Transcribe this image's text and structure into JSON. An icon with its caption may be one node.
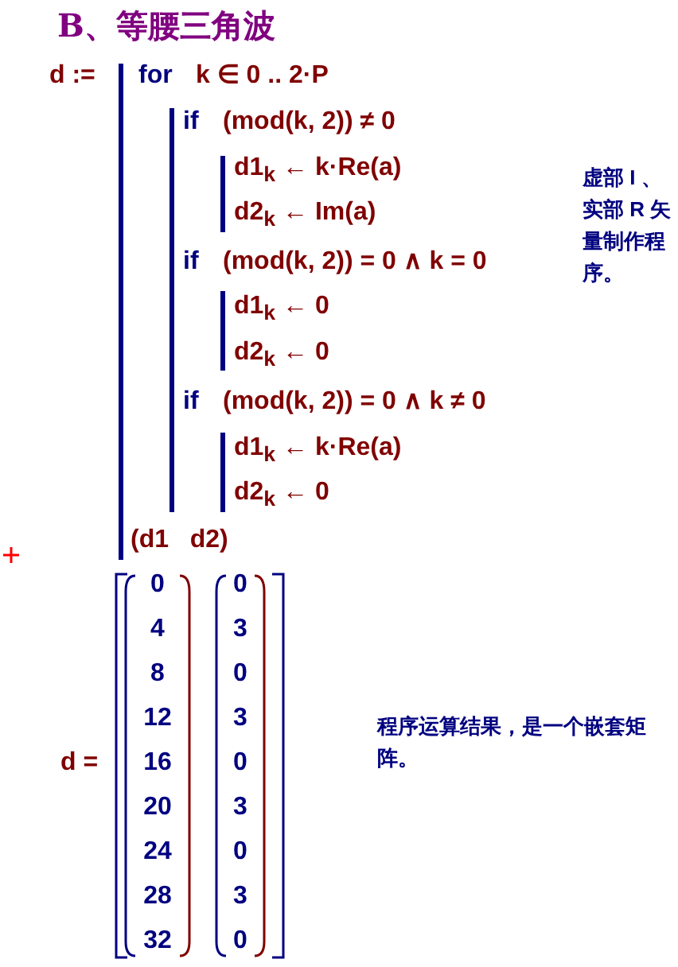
{
  "diagram": {
    "title": "B、等腰三角波",
    "labels": [
      "d :=",
      "for",
      "k ∈ 0 .. 2·P",
      "if",
      "(mod(k, 2)) ≠ 0",
      "d1$_{k}$ ← k·Re(a)",
      "d2$_{k}$ ← Im(a)",
      "虚部 I 、实部 R 矢量制作程序。",
      "if",
      "(mod(k, 2)) = 0 ∧ k = 0",
      "d1$_{k}$ ← 0",
      "d2$_{k}$ ← 0",
      "if",
      "(mod(k, 2)) = 0 ∧ k ≠ 0",
      "d1$_{k}$ ← k·Re(a)",
      "d2$_{k}$ ← 0",
      "(d1   d2)",
      "d =",
      "0",
      "0",
      "4",
      "3",
      "8",
      "0",
      "12",
      "3",
      "16",
      "0",
      "20",
      "3",
      "24",
      "0",
      "28",
      "3",
      "32",
      "0",
      "程序运算结果，是一个嵌套矩阵。"
    ]
  }
}
